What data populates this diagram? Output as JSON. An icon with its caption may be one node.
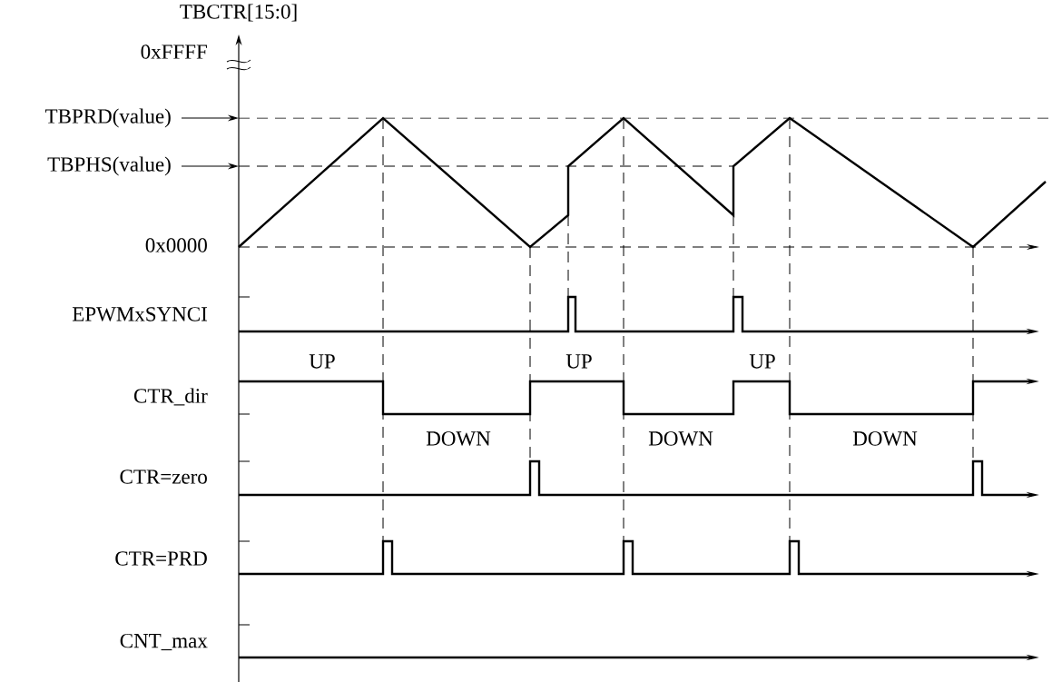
{
  "diagram": {
    "nodes": [
      {
        "text": [
          "TBPRD(value)"
        ]
      },
      {
        "text": [
          "TBPHS(value)"
        ]
      },
      {
        "text": [],
        "shape": "line"
      },
      {
        "text": [],
        "shape": "line"
      }
    ],
    "edges": [
      {
        "from": 0,
        "to": 2,
        "arrow": "to"
      },
      {
        "from": 1,
        "to": 3,
        "arrow": "to"
      }
    ],
    "labels": [
      "TBCTR[15:0]",
      "0xFFFF",
      "0x0000",
      "EPWMxSYNCI",
      "UP",
      "UP",
      "UP",
      "CTR_dir",
      "DOWN",
      "DOWN",
      "DOWN",
      "CTR=zero",
      "CTR=PRD",
      "CNT_max"
    ]
  }
}
